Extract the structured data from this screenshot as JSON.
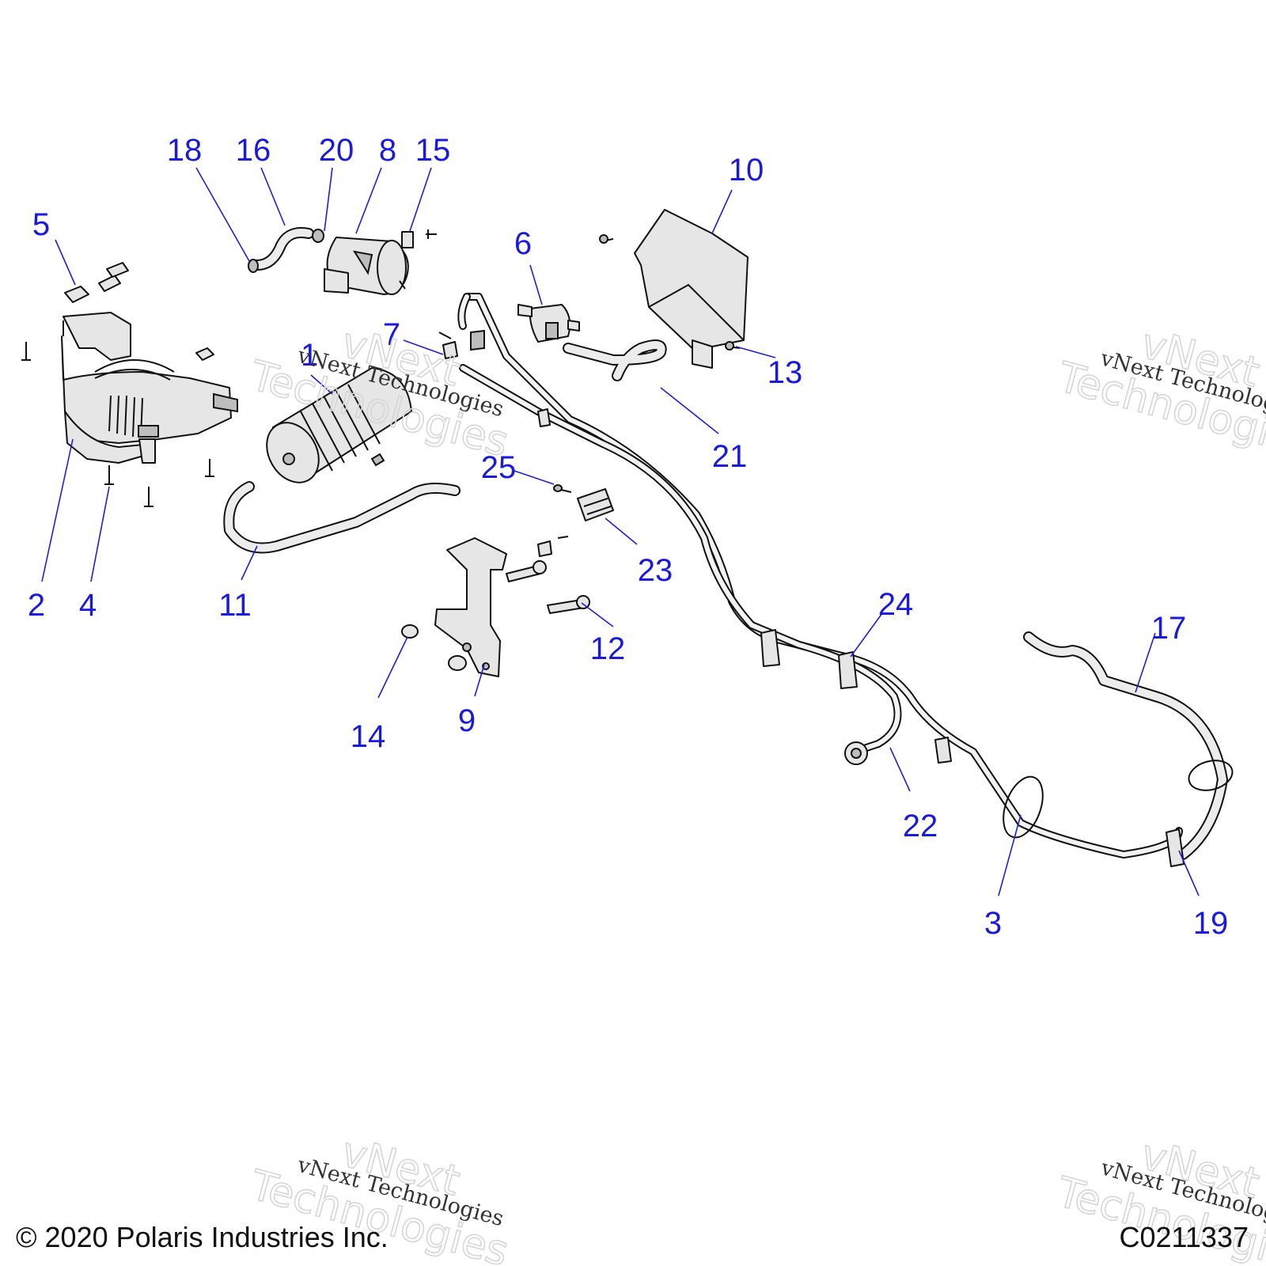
{
  "callouts": [
    {
      "id": "1",
      "label": "1"
    },
    {
      "id": "2",
      "label": "2"
    },
    {
      "id": "3",
      "label": "3"
    },
    {
      "id": "4",
      "label": "4"
    },
    {
      "id": "5",
      "label": "5"
    },
    {
      "id": "6",
      "label": "6"
    },
    {
      "id": "7",
      "label": "7"
    },
    {
      "id": "8",
      "label": "8"
    },
    {
      "id": "9",
      "label": "9"
    },
    {
      "id": "10",
      "label": "10"
    },
    {
      "id": "11",
      "label": "11"
    },
    {
      "id": "12",
      "label": "12"
    },
    {
      "id": "13",
      "label": "13"
    },
    {
      "id": "14",
      "label": "14"
    },
    {
      "id": "15",
      "label": "15"
    },
    {
      "id": "16",
      "label": "16"
    },
    {
      "id": "17",
      "label": "17"
    },
    {
      "id": "18",
      "label": "18"
    },
    {
      "id": "19",
      "label": "19"
    },
    {
      "id": "20",
      "label": "20"
    },
    {
      "id": "21",
      "label": "21"
    },
    {
      "id": "22",
      "label": "22"
    },
    {
      "id": "23",
      "label": "23"
    },
    {
      "id": "24",
      "label": "24"
    },
    {
      "id": "25",
      "label": "25"
    }
  ],
  "watermark": {
    "script": "vNext Technologies",
    "outline_top": "vNext",
    "outline_bottom": "Technologies"
  },
  "footer": {
    "copyright": "© 2020 Polaris Industries Inc.",
    "code": "C0211337"
  },
  "colors": {
    "callout": "#1a1adc",
    "leader": "#2020d0",
    "line_art": "#111111",
    "part_fill": "#e6e6e6"
  }
}
